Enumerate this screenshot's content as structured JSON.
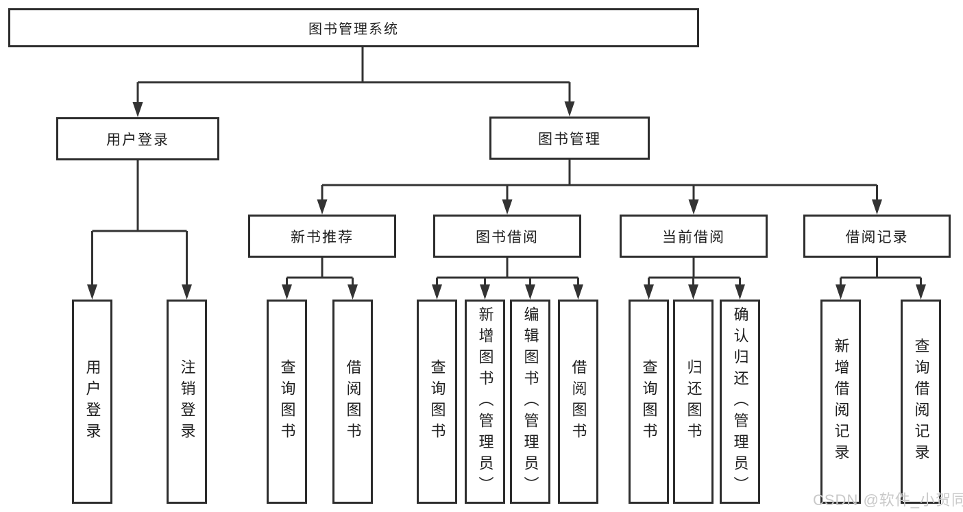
{
  "diagram": {
    "root": {
      "label": "图书管理系统",
      "children": [
        {
          "label": "用户登录",
          "children": [
            {
              "label": "用户登录"
            },
            {
              "label": "注销登录"
            }
          ]
        },
        {
          "label": "图书管理",
          "children": [
            {
              "label": "新书推荐",
              "children": [
                {
                  "label": "查询图书"
                },
                {
                  "label": "借阅图书"
                }
              ]
            },
            {
              "label": "图书借阅",
              "children": [
                {
                  "label": "查询图书"
                },
                {
                  "label": "新增图书（管理员）"
                },
                {
                  "label": "编辑图书（管理员）"
                },
                {
                  "label": "借阅图书"
                }
              ]
            },
            {
              "label": "当前借阅",
              "children": [
                {
                  "label": "查询图书"
                },
                {
                  "label": "归还图书"
                },
                {
                  "label": "确认归还（管理员）"
                }
              ]
            },
            {
              "label": "借阅记录",
              "children": [
                {
                  "label": "新增借阅记录"
                },
                {
                  "label": "查询借阅记录"
                }
              ]
            }
          ]
        }
      ]
    },
    "watermark": "CSDN @软件_小贺同学",
    "colors": {
      "background": "#ffffff",
      "box_border": "#2d2d2d",
      "connector_line": "#333333",
      "text": "#1f1f1f",
      "watermark_text": "#c9c9c9"
    }
  }
}
